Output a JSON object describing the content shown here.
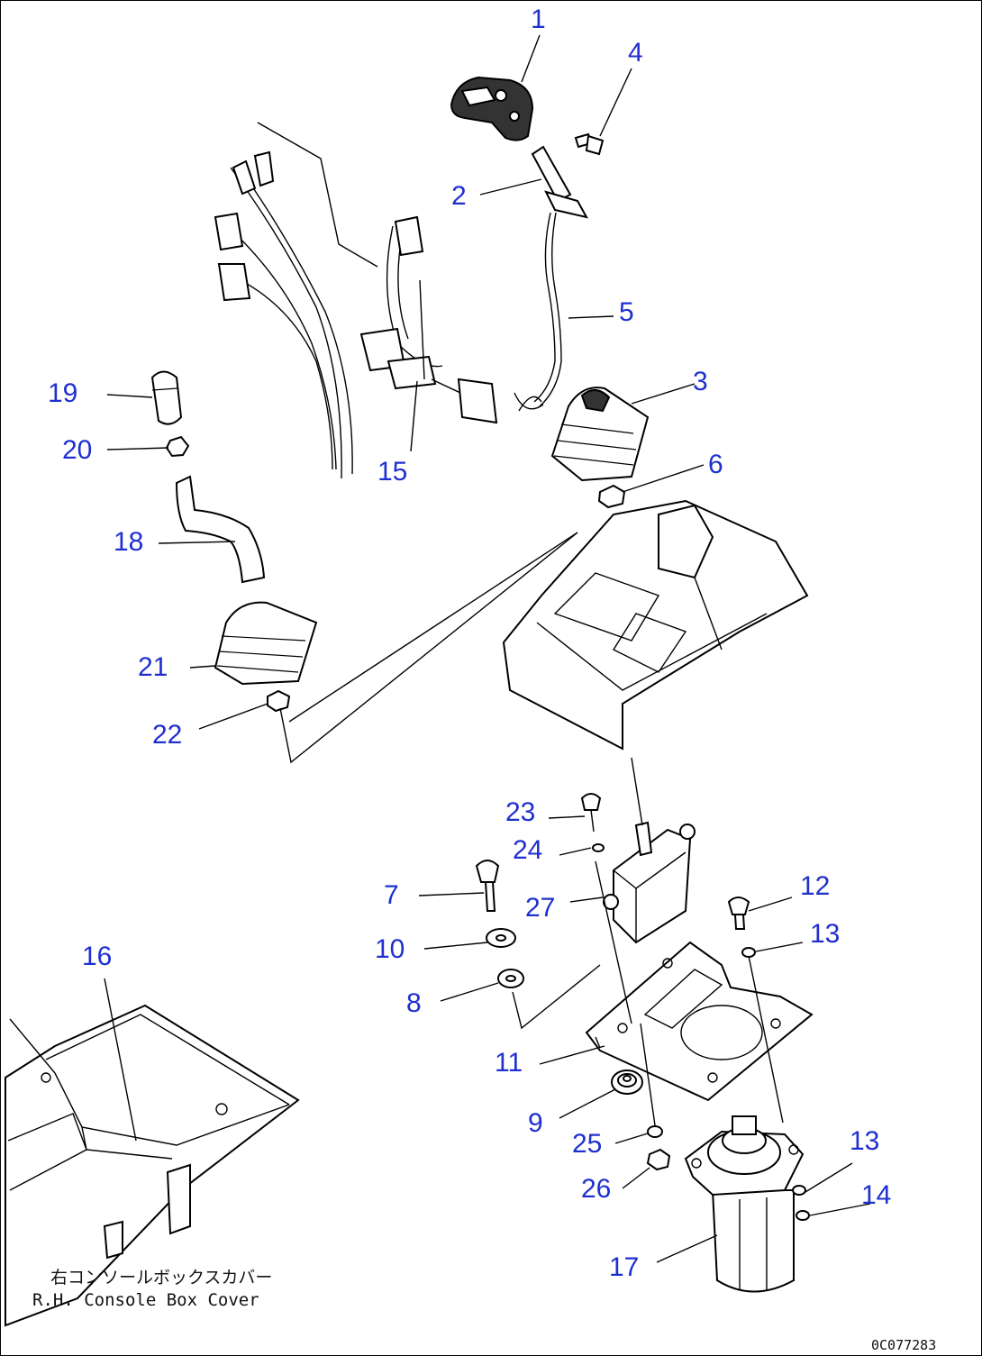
{
  "callouts": [
    "1",
    "2",
    "3",
    "4",
    "5",
    "6",
    "7",
    "8",
    "9",
    "10",
    "11",
    "12",
    "13",
    "13",
    "14",
    "15",
    "16",
    "17",
    "18",
    "19",
    "20",
    "21",
    "22",
    "23",
    "24",
    "25",
    "26",
    "27"
  ],
  "caption": {
    "jp": "右コンソールボックスカバー",
    "en": "R.H. Console Box Cover"
  },
  "drawing_code": "0C077283",
  "colors": {
    "callout": "#1f2fd0",
    "line": "#000000"
  }
}
